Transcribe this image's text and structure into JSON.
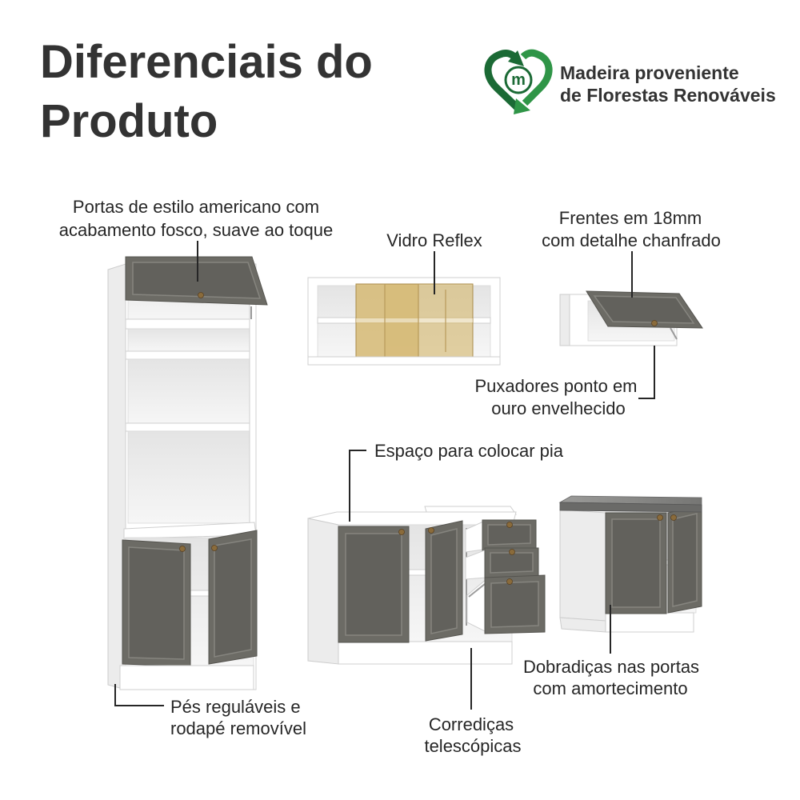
{
  "title": {
    "line1": "Diferenciais do",
    "line2": "Produto"
  },
  "badge": {
    "logo_letter": "m",
    "line1": "Madeira proveniente",
    "line2": "de Florestas Renováveis"
  },
  "callouts": {
    "doors": {
      "line1": "Portas de estilo americano com",
      "line2": "acabamento fosco, suave ao toque"
    },
    "glass": {
      "line1": "Vidro Reflex"
    },
    "fronts": {
      "line1": "Frentes em 18mm",
      "line2": "com detalhe chanfrado"
    },
    "handles": {
      "line1": "Puxadores ponto em",
      "line2": "ouro envelhecido"
    },
    "sink": {
      "line1": "Espaço para colocar pia"
    },
    "feet": {
      "line1": "Pés reguláveis e",
      "line2": "rodapé removível"
    },
    "slides": {
      "line1": "Corrediças",
      "line2": "telescópicas"
    },
    "hinges": {
      "line1": "Dobradiças nas portas",
      "line2": "com amortecimento"
    }
  },
  "colors": {
    "title": "#333333",
    "text": "#262626",
    "door": "#6c6b65",
    "door_panel": "#62615c",
    "knob": "#8a6b3b",
    "glass": "#d6bb78",
    "logo_dark_green": "#1b6a35",
    "logo_green": "#2f9547"
  }
}
